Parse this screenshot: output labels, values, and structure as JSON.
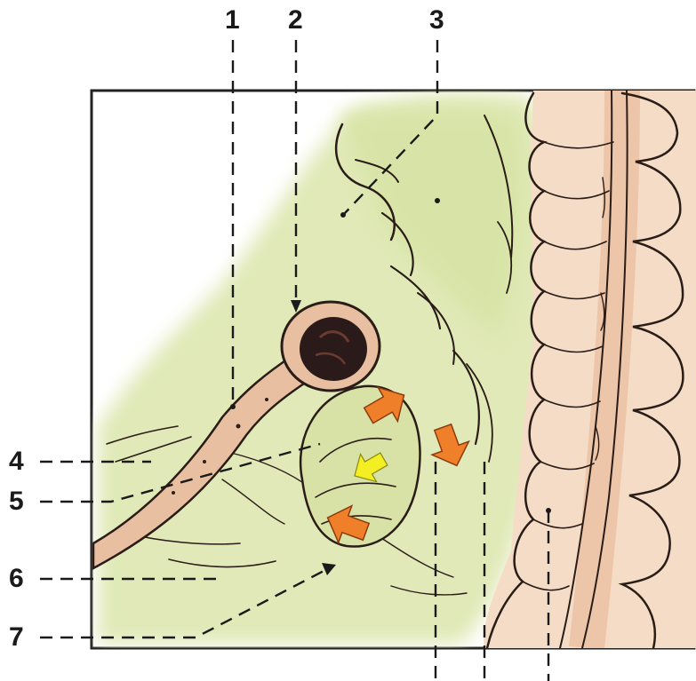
{
  "labels": {
    "l1": "1",
    "l2": "2",
    "l3": "3",
    "l4": "4",
    "l5": "5",
    "l6": "6",
    "l7": "7"
  },
  "colors": {
    "background_wash": "#dfe8b4",
    "tissue": "#e9bfa2",
    "colon": "#f4dcc7",
    "orifice": "#2b1a1a",
    "arrow_orange": "#f07f2a",
    "arrow_yellow": "#f4ef23",
    "ink": "#2a1d17"
  },
  "icons": [
    "orange-arrow-icon",
    "yellow-arrow-icon"
  ]
}
